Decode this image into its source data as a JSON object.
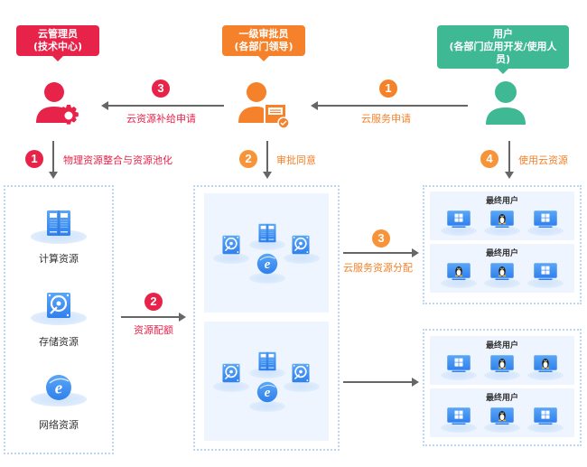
{
  "colors": {
    "admin": "#e8234a",
    "approver": "#f5822a",
    "user": "#3fb894",
    "arrow": "#666666",
    "resource_blue": "#3a8ef0",
    "panel_bg": "#eef5ff",
    "dashed_border": "#bcd6f5"
  },
  "roles": {
    "admin": {
      "title": "云管理员",
      "subtitle": "(技术中心)",
      "icon": "user-gear-icon"
    },
    "approver": {
      "title": "一级审批员",
      "subtitle": "(各部门领导)",
      "icon": "user-approve-icon"
    },
    "user": {
      "title": "用户",
      "subtitle": "(各部门应用开发/使用人员)",
      "icon": "user-icon"
    }
  },
  "top_flows": {
    "user_to_approver": {
      "step": "1",
      "label": "云服务申请"
    },
    "approver_to_admin": {
      "step": "3",
      "label": "云资源补给申请"
    }
  },
  "vertical_flows": {
    "admin": {
      "step": "1",
      "label": "物理资源整合与资源池化"
    },
    "approver": {
      "step": "2",
      "label": "审批同意"
    },
    "user": {
      "step": "4",
      "label": "使用云资源"
    }
  },
  "physical_resources": [
    {
      "label": "计算资源",
      "icon": "server-icon"
    },
    {
      "label": "存储资源",
      "icon": "storage-disk-icon"
    },
    {
      "label": "网络资源",
      "icon": "network-ie-icon"
    }
  ],
  "middle_flows": {
    "quota": {
      "step": "2",
      "label": "资源配额"
    },
    "allocation": {
      "step": "3",
      "label": "云服务资源分配"
    }
  },
  "end_user_groups": [
    {
      "panels": [
        {
          "title": "最终用户",
          "devices": [
            "windows",
            "linux",
            "windows"
          ]
        },
        {
          "title": "最终用户",
          "devices": [
            "linux",
            "linux",
            "windows"
          ]
        }
      ]
    },
    {
      "panels": [
        {
          "title": "最终用户",
          "devices": [
            "windows",
            "linux",
            "linux"
          ]
        },
        {
          "title": "最终用户",
          "devices": [
            "windows",
            "linux",
            "windows"
          ]
        }
      ]
    }
  ]
}
